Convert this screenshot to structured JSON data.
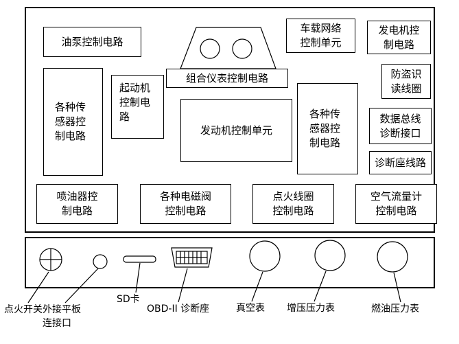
{
  "colors": {
    "line": "#000000",
    "background": "#ffffff"
  },
  "top_panel": {
    "boxes": [
      {
        "name": "oil-pump-control-circuit",
        "label": "油泵控制电路"
      },
      {
        "name": "vehicle-network-control-unit",
        "label": "车载网络控制单元"
      },
      {
        "name": "generator-control-circuit",
        "label": "发电机控制电路"
      },
      {
        "name": "instrument-cluster-control",
        "label": "组合仪表控制电路"
      },
      {
        "name": "immobilizer-reader-coil",
        "label": "防盗识读线圈"
      },
      {
        "name": "sensors-control-circuit-left",
        "label": "各种传感器控制电路"
      },
      {
        "name": "starter-control-circuit",
        "label": "起动机控制电路"
      },
      {
        "name": "engine-control-unit",
        "label": "发动机控制单元"
      },
      {
        "name": "sensors-control-circuit-right",
        "label": "各种传感器控制电路"
      },
      {
        "name": "data-bus-diagnostic-interface",
        "label": "数据总线诊断接口"
      },
      {
        "name": "diagnostic-socket-circuit",
        "label": "诊断座线路"
      },
      {
        "name": "injector-control-circuit",
        "label": "喷油器控制电路"
      },
      {
        "name": "solenoid-valves-control-circuit",
        "label": "各种电磁阀控制电路"
      },
      {
        "name": "ignition-coil-control-circuit",
        "label": "点火线圈控制电路"
      },
      {
        "name": "air-flow-meter-control-circuit",
        "label": "空气流量计控制电路"
      }
    ]
  },
  "bottom_panel": {
    "components": [
      {
        "name": "ignition-switch-symbol"
      },
      {
        "name": "tablet-connector-circle"
      },
      {
        "name": "sd-card-shape"
      },
      {
        "name": "obd2-connector-shape"
      },
      {
        "name": "vacuum-gauge-circle"
      },
      {
        "name": "boost-gauge-circle"
      },
      {
        "name": "fuel-gauge-circle"
      }
    ]
  },
  "bottom_labels": [
    {
      "name": "ignition-switch",
      "label": "点火开关"
    },
    {
      "name": "external-tablet-port",
      "label": "外接平板连接口"
    },
    {
      "name": "sd-card",
      "label": "SD卡"
    },
    {
      "name": "obd2-diagnostic-socket",
      "label": "OBD-II 诊断座"
    },
    {
      "name": "vacuum-gauge",
      "label": "真空表"
    },
    {
      "name": "boost-pressure-gauge",
      "label": "增压压力表"
    },
    {
      "name": "fuel-pressure-gauge",
      "label": "燃油压力表"
    }
  ]
}
